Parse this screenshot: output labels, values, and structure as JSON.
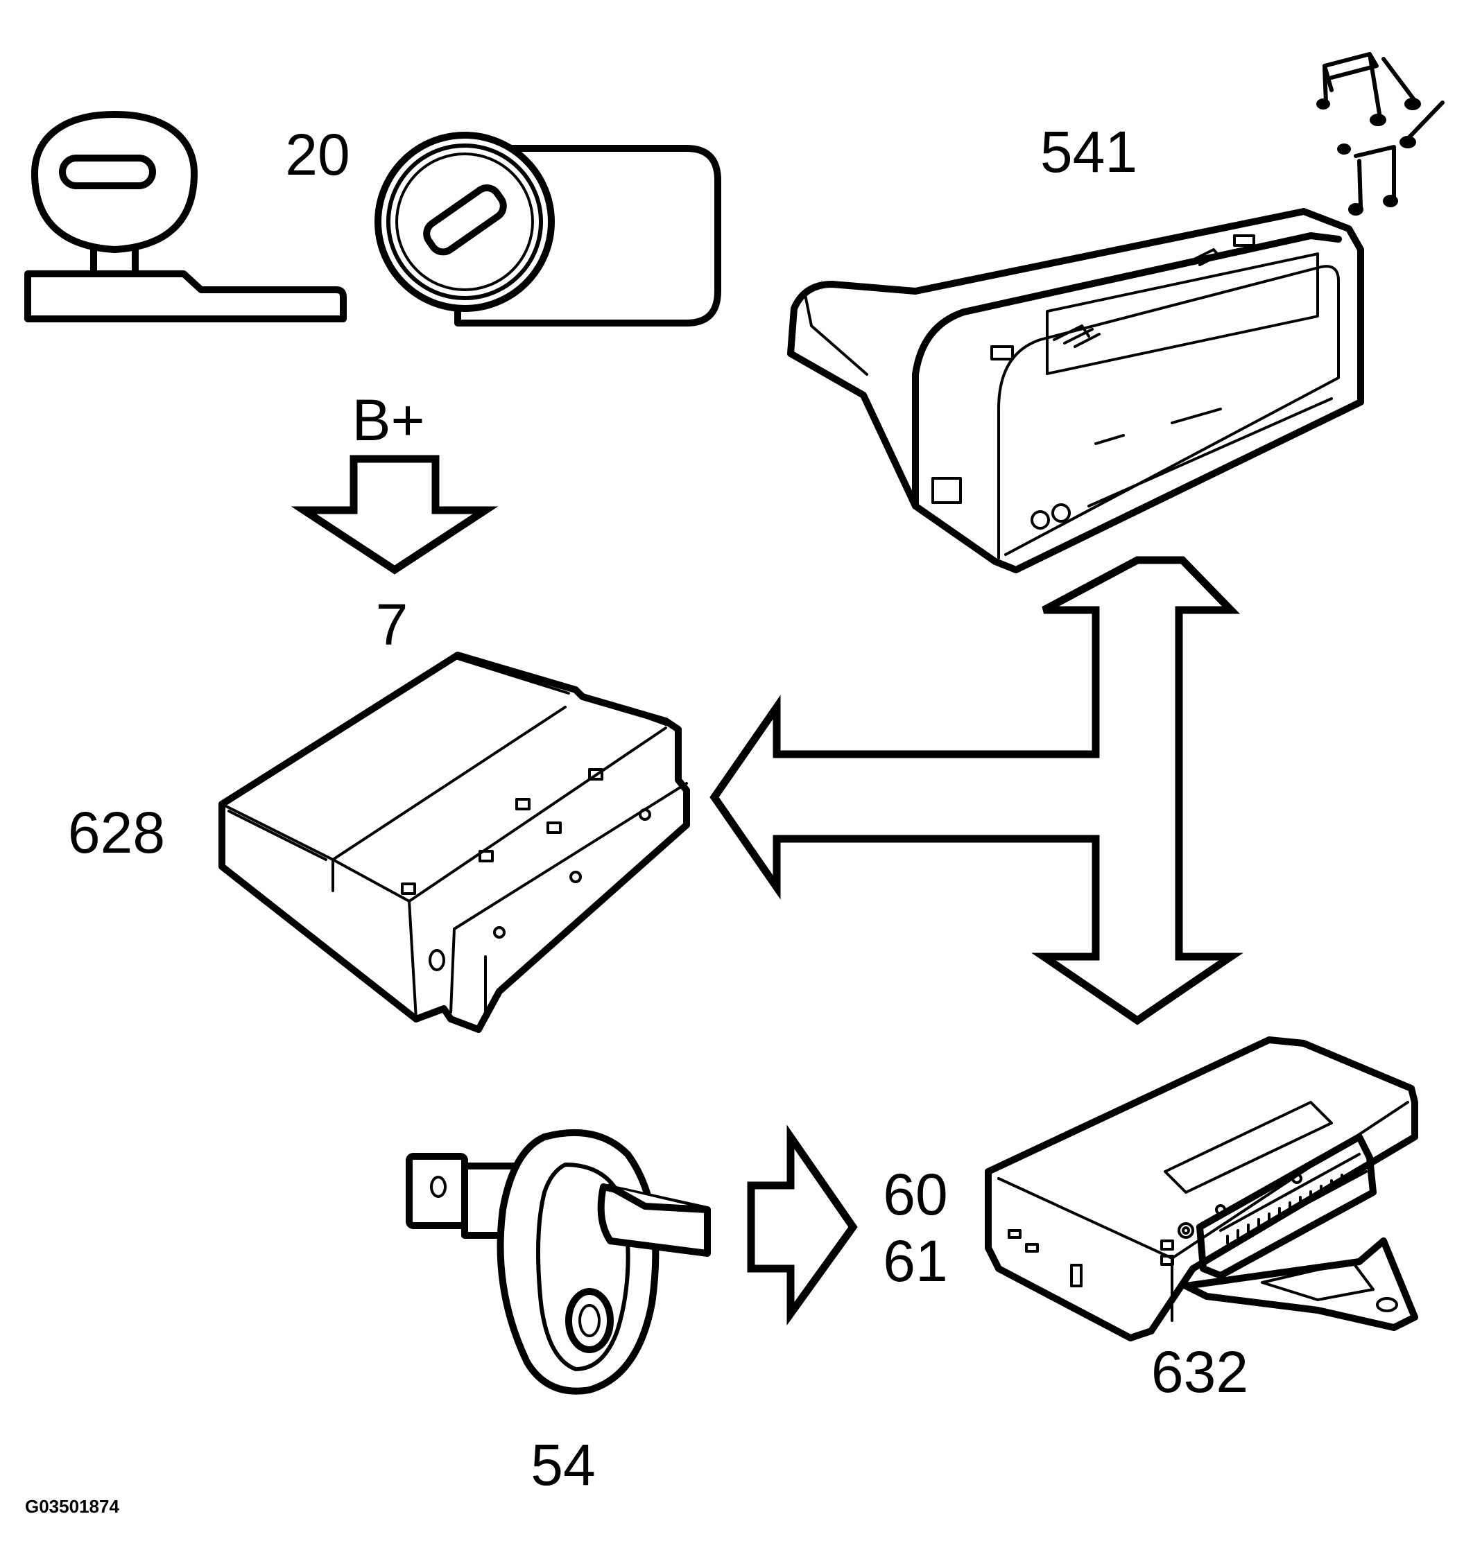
{
  "labels": {
    "key_fob": "20",
    "battery": "B+",
    "fuse": "7",
    "body_module": "628",
    "radio": "541",
    "door_switch": "54",
    "signal_a": "60",
    "signal_b": "61",
    "radio_module": "632",
    "figure_id": "G03501874"
  },
  "icons": {
    "key": "key-icon",
    "ignition": "ignition-switch-icon",
    "music": "music-notes-icon",
    "radio": "radio-unit-icon",
    "body_module": "control-module-icon",
    "door_switch": "door-switch-icon",
    "radio_module": "module-with-bracket-icon"
  },
  "colors": {
    "line": "#000000",
    "background": "#ffffff"
  }
}
